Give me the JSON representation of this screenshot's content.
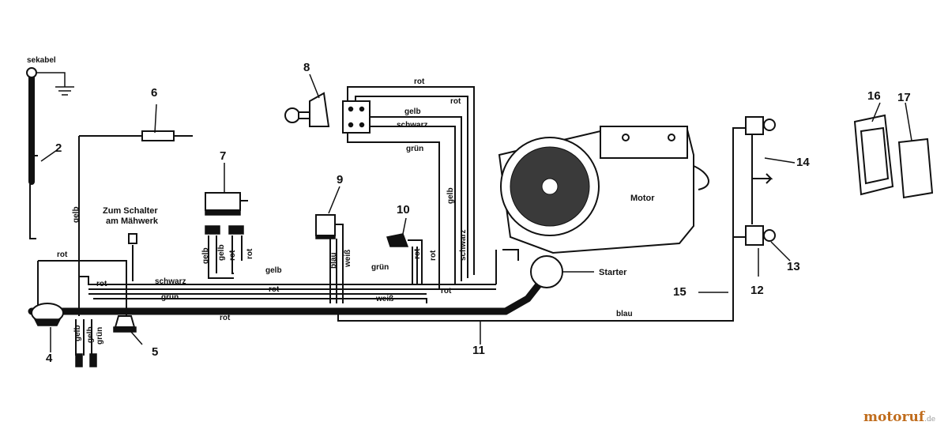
{
  "callouts": [
    "2",
    "4",
    "5",
    "6",
    "7",
    "8",
    "9",
    "10",
    "11",
    "12",
    "13",
    "14",
    "15",
    "16",
    "17"
  ],
  "wires": {
    "rot": "rot",
    "gelb": "gelb",
    "gruen": "grün",
    "schwarz": "schwarz",
    "weiss": "weiß",
    "blau": "blau"
  },
  "labels": {
    "sekabel": "sekabel",
    "zum_schalter_1": "Zum Schalter",
    "zum_schalter_2": "am Mähwerk",
    "motor": "Motor",
    "starter": "Starter"
  },
  "brand": {
    "name": "motoruf",
    "suffix": ".de",
    "color": "#c06c1c"
  }
}
